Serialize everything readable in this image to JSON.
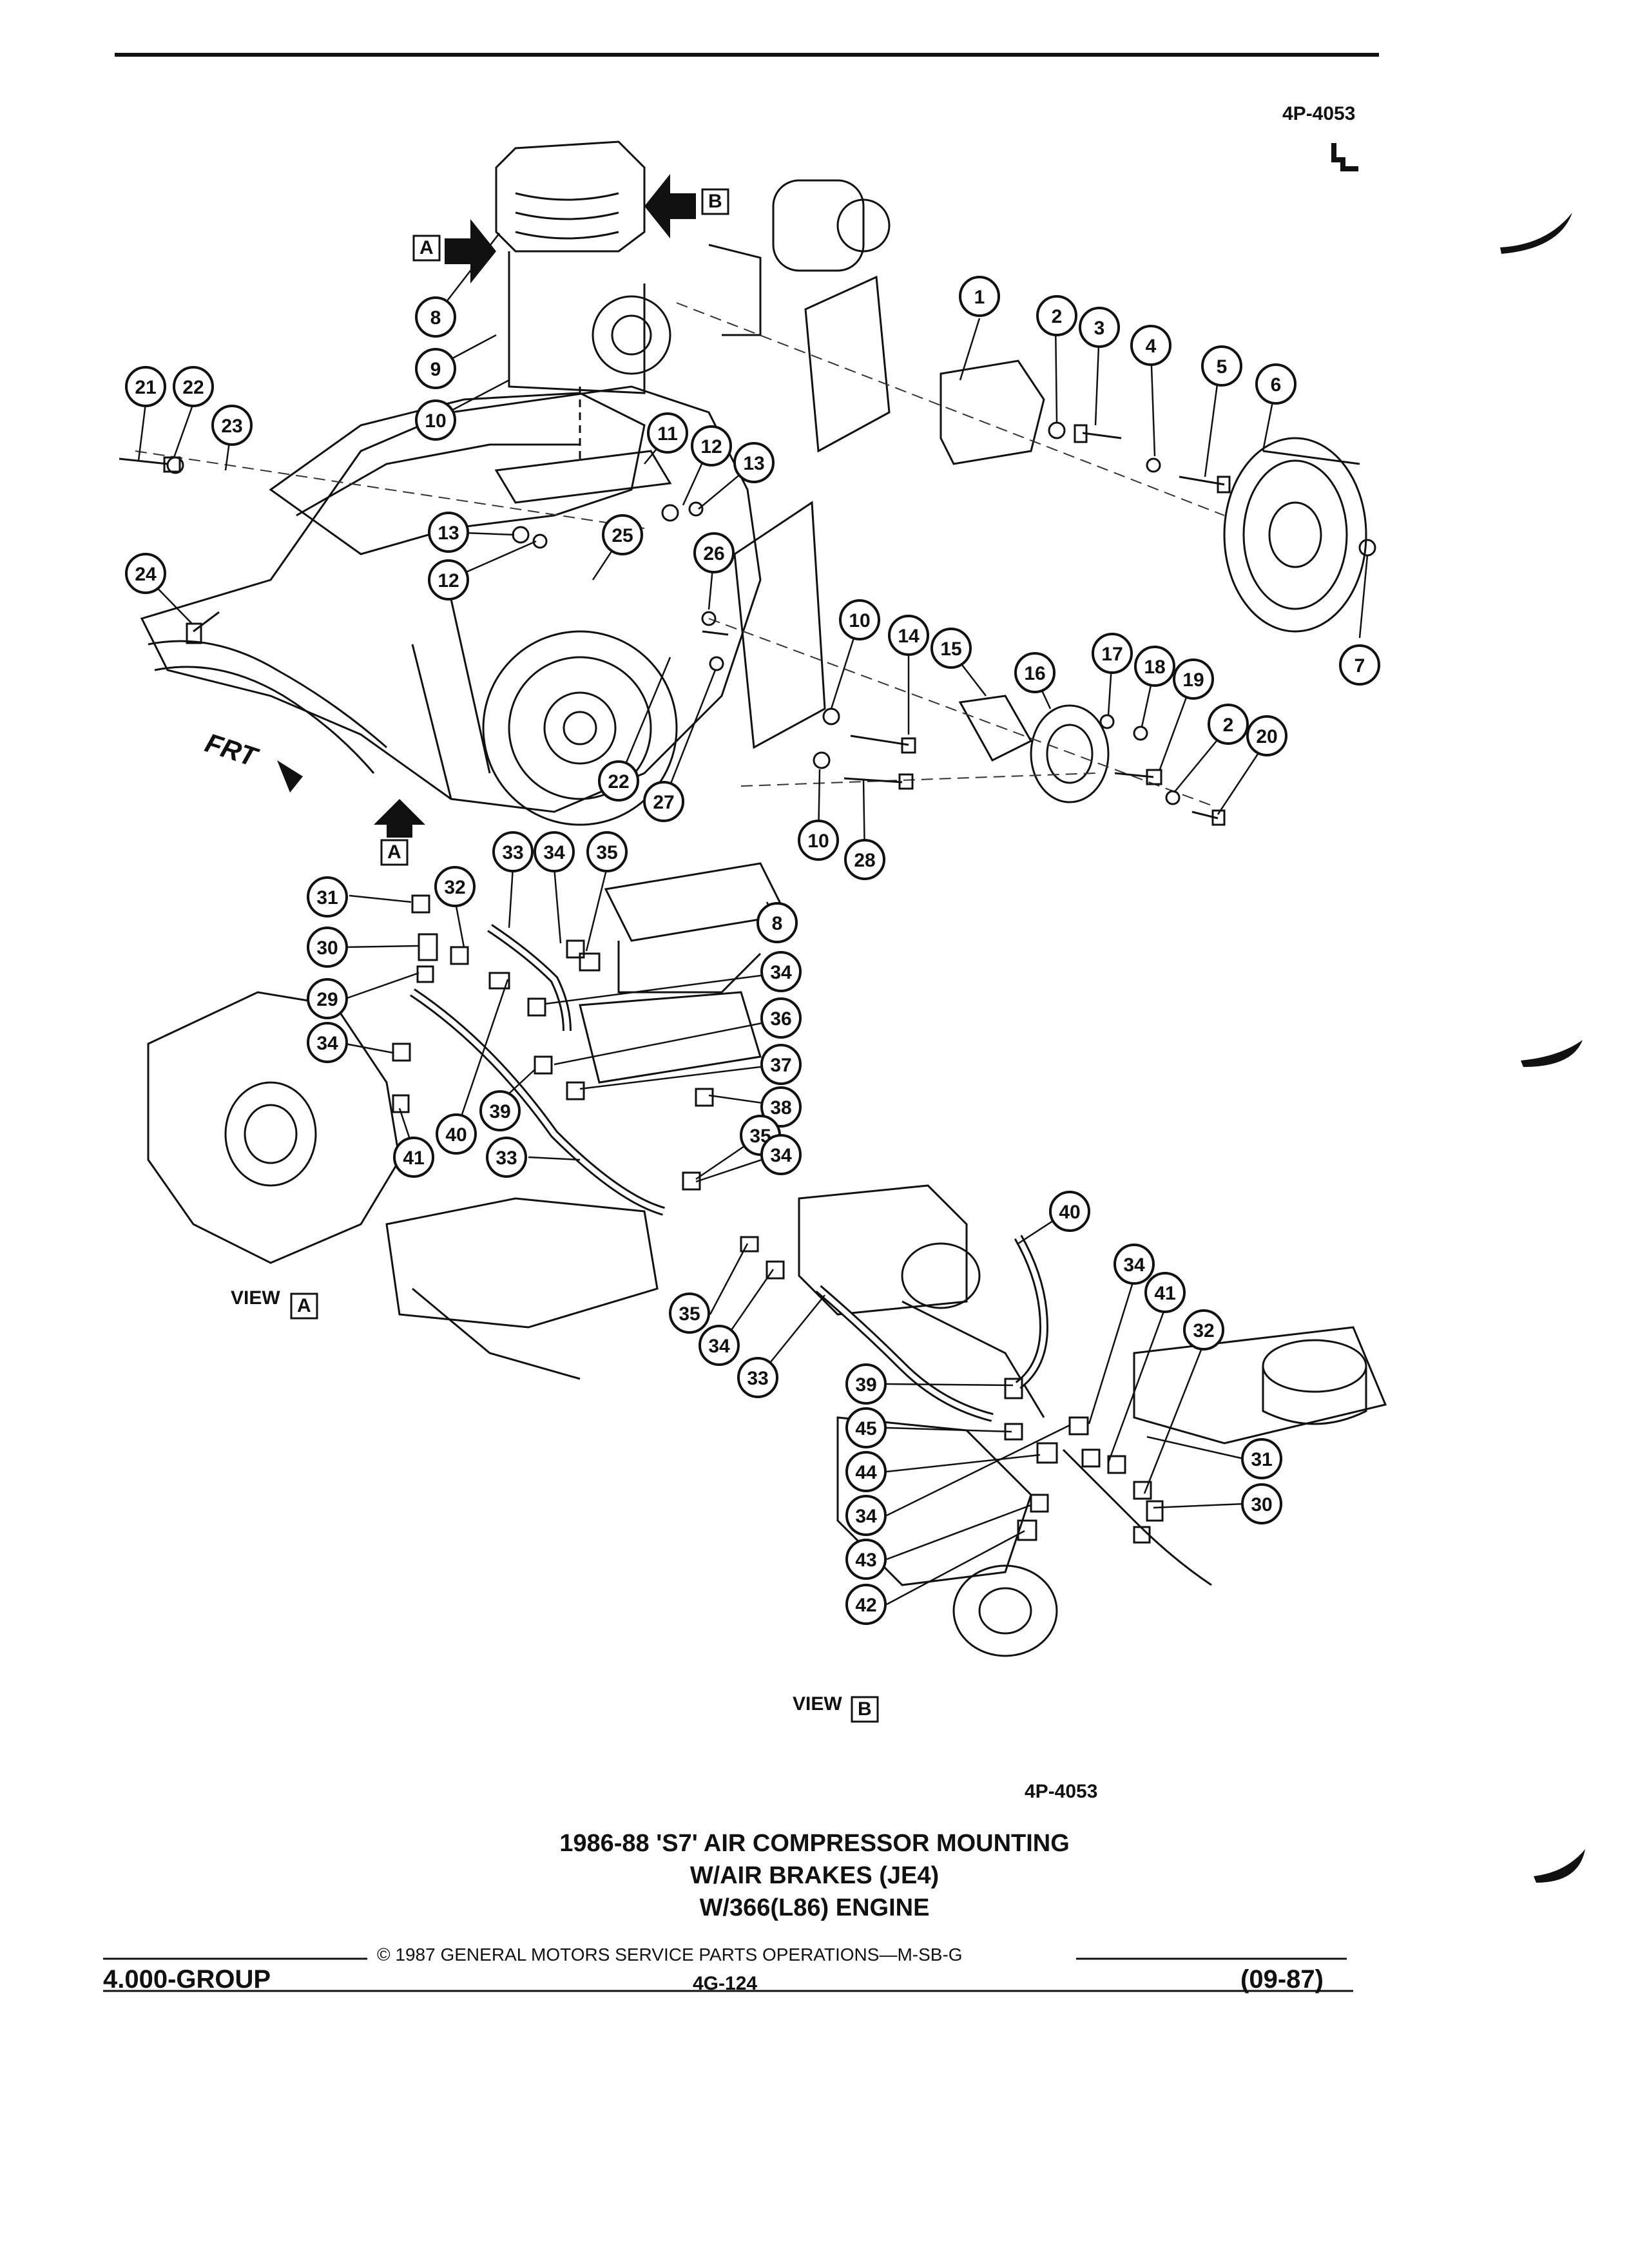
{
  "header": {
    "ref_code_top": "4P-4053"
  },
  "footer": {
    "ref_code": "4P-4053",
    "title_line1": "1986-88 'S7' AIR COMPRESSOR MOUNTING",
    "title_line2": "W/AIR BRAKES (JE4)",
    "title_line3": "W/366(L86) ENGINE",
    "copyright": "© 1987 GENERAL MOTORS SERVICE PARTS OPERATIONS—M-SB-G",
    "group": "4.000-GROUP",
    "page_number": "4G-124",
    "date": "(09-87)"
  },
  "views": {
    "view_a_letter": "A",
    "view_b_letter": "B",
    "view_a_label": "VIEW",
    "view_b_label": "VIEW",
    "front_label": "FRT"
  },
  "callouts": [
    "1",
    "2",
    "3",
    "4",
    "5",
    "6",
    "7",
    "8",
    "9",
    "10",
    "21",
    "22",
    "23",
    "24",
    "11",
    "12",
    "13",
    "13",
    "12",
    "25",
    "26",
    "10",
    "14",
    "15",
    "16",
    "17",
    "18",
    "19",
    "2",
    "20",
    "22",
    "27",
    "10",
    "28",
    "33",
    "34",
    "35",
    "31",
    "32",
    "8",
    "30",
    "29",
    "34",
    "34",
    "36",
    "37",
    "38",
    "35",
    "34",
    "41",
    "40",
    "39",
    "33",
    "40",
    "34",
    "41",
    "32",
    "35",
    "34",
    "33",
    "39",
    "45",
    "44",
    "34",
    "43",
    "42",
    "31",
    "30"
  ]
}
